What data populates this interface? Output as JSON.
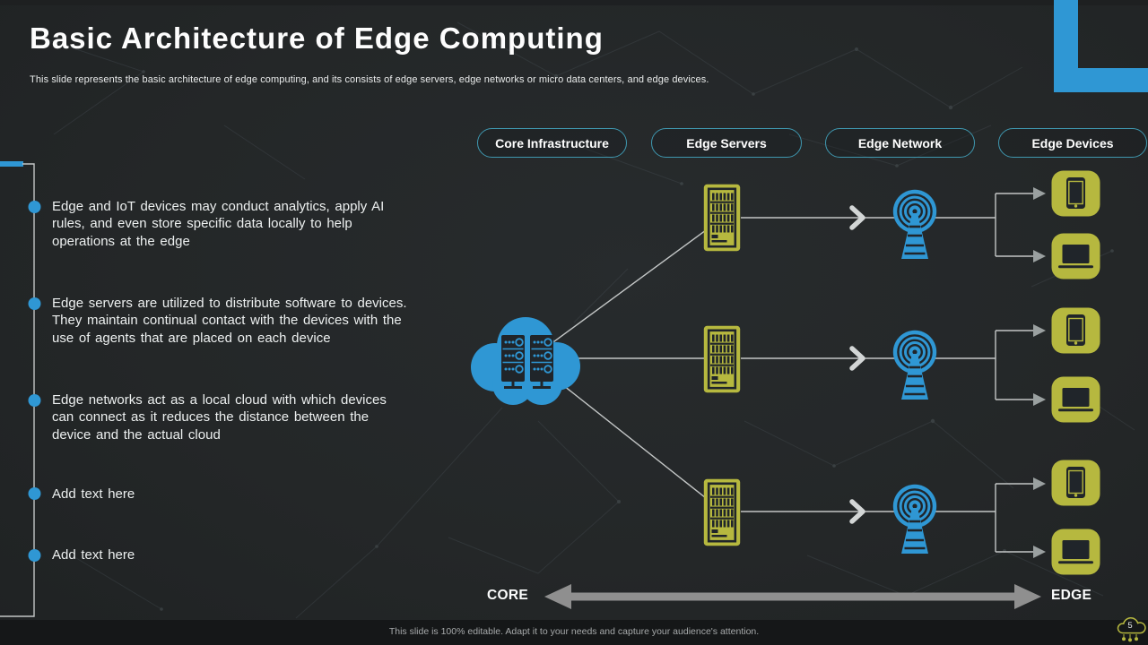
{
  "slide": {
    "title": "Basic Architecture of Edge Computing",
    "subtitle": "This slide represents the basic architecture of edge computing, and its consists of edge servers, edge networks or micro data centers, and edge devices.",
    "footer": "This slide is 100% editable.  Adapt it to your needs and capture your audience's attention.",
    "page_number": "5"
  },
  "pills": [
    {
      "label": "Core Infrastructure"
    },
    {
      "label": "Edge Servers"
    },
    {
      "label": "Edge Network"
    },
    {
      "label": "Edge Devices"
    }
  ],
  "bullets": [
    {
      "text": "Edge and IoT devices may conduct analytics, apply AI\nrules, and even store specific  data locally to help\noperations at the edge"
    },
    {
      "text": "Edge servers are utilized to distribute software to devices.\nThey maintain continual contact with the devices with the\nuse of agents that are placed on each device"
    },
    {
      "text": "Edge networks act as a local cloud with which devices\ncan connect as it reduces the distance between the\ndevice and the actual cloud"
    },
    {
      "text": "Add text here"
    },
    {
      "text": "Add text here"
    }
  ],
  "diagram": {
    "core_label": "CORE",
    "edge_label": "EDGE",
    "icons": {
      "cloud": "cloud-datacenter-icon",
      "server": "server-rack-icon",
      "antenna": "radio-tower-icon",
      "tablet": "tablet-icon",
      "laptop": "laptop-icon",
      "badge": "cloud-page-badge-icon"
    }
  },
  "colors": {
    "accent_blue": "#2f97d4",
    "accent_olive": "#b6b83f",
    "pill_border": "#3f98b0",
    "background": "#25282a",
    "line_gray": "#c3c6c6",
    "arrow_gray": "#8f8f8f",
    "icon_dark": "#20252a",
    "strip_dark": "#151718",
    "text_primary": "#f2f4f4",
    "text_muted": "#a6a9aa"
  }
}
